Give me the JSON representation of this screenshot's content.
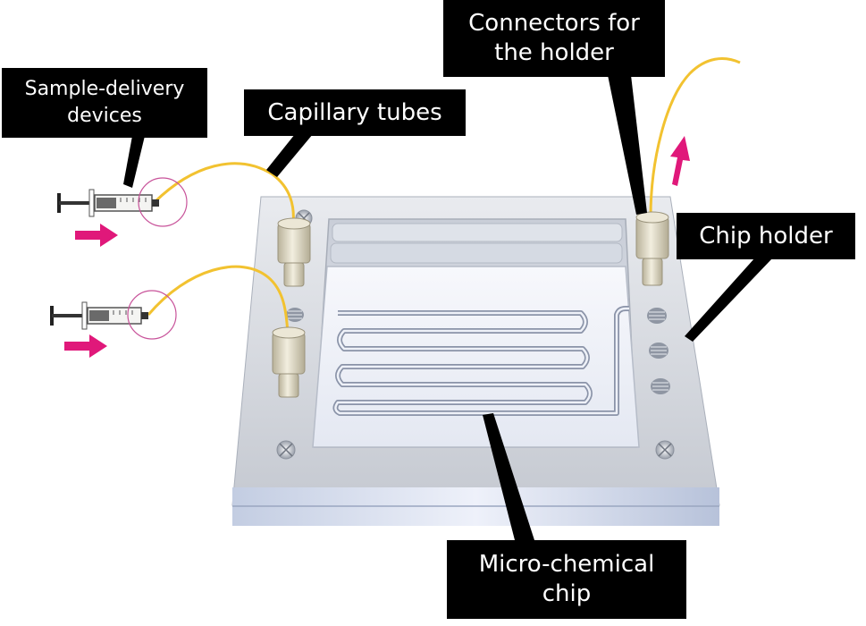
{
  "labels": {
    "sample_delivery": [
      "Sample-delivery",
      "devices"
    ],
    "capillary_tubes": "Capillary tubes",
    "connectors": [
      "Connectors for",
      "the holder"
    ],
    "chip_holder": "Chip holder",
    "micro_chemical_chip": [
      "Micro-chemical",
      "chip"
    ]
  },
  "colors": {
    "holder_plate": "#cdd0d6",
    "chip": "#eef1f8",
    "channel": "#8a93a8",
    "tube": "#f2c230",
    "arrow": "#e0187a",
    "connector": "#d9d3bf",
    "callout_bg": "#000000",
    "callout_text": "#ffffff"
  }
}
